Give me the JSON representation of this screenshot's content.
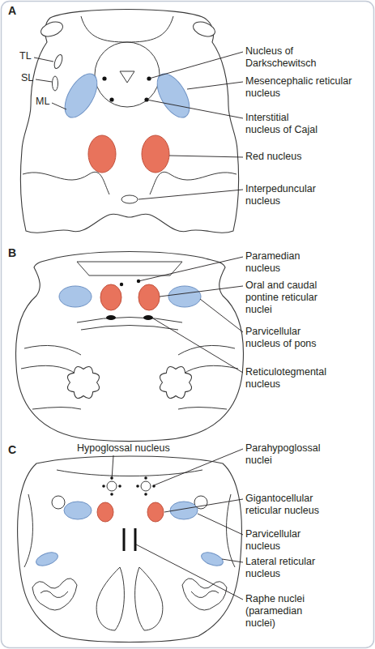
{
  "diagram": {
    "labels": [
      "A",
      "Nucleus of Darkschewitsch",
      "TL",
      "Mesencephalic reticular nucleus",
      "SL",
      "Interstitial nucleus of Cajal",
      "ML",
      "Red nucleus",
      "Interpeduncular nucleus",
      "B",
      "Paramedian nucleus",
      "Oral and caudal pontine reticular nuclei",
      "Parvicellular nucleus of pons",
      "Reticulotegmental nucleus",
      "C",
      "Hypoglossal nucleus",
      "Parahypoglossal nuclei",
      "Gigantocellular reticular nucleus",
      "Parvicellular nucleus",
      "Lateral reticular nucleus",
      "Raphe nuclei (paramedian nuclei)"
    ]
  }
}
